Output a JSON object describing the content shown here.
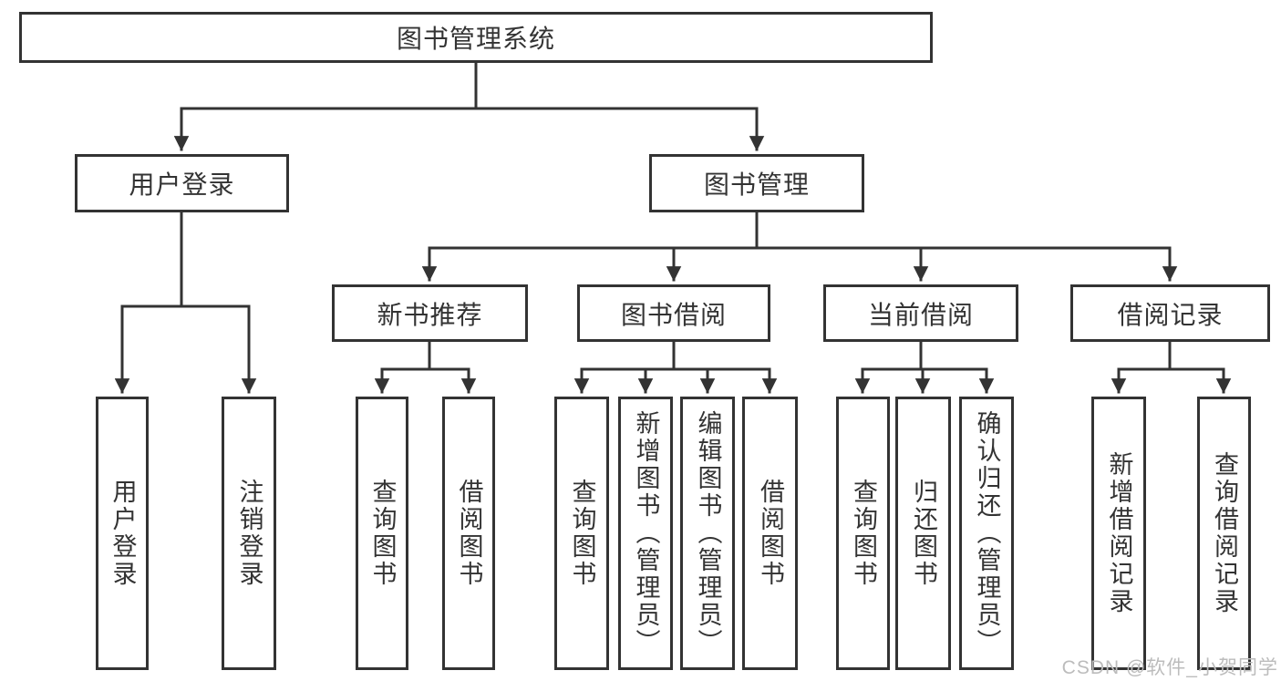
{
  "tree": {
    "root": "图书管理系统",
    "level2": [
      {
        "label": "用户登录",
        "leaves": [
          "用户登录",
          "注销登录"
        ]
      },
      {
        "label": "图书管理",
        "sections": [
          {
            "label": "新书推荐",
            "leaves": [
              "查询图书",
              "借阅图书"
            ]
          },
          {
            "label": "图书借阅",
            "leaves": [
              "查询图书",
              "新增图书（管理员）",
              "编辑图书（管理员）",
              "借阅图书"
            ]
          },
          {
            "label": "当前借阅",
            "leaves": [
              "查询图书",
              "归还图书",
              "确认归还（管理员）"
            ]
          },
          {
            "label": "借阅记录",
            "leaves": [
              "新增借阅记录",
              "查询借阅记录"
            ]
          }
        ]
      }
    ]
  },
  "watermark": "CSDN @软件_小贺同学",
  "colors": {
    "line": "#333333",
    "text": "#333333",
    "background": "#ffffff",
    "watermark": "#bcbcbc"
  }
}
